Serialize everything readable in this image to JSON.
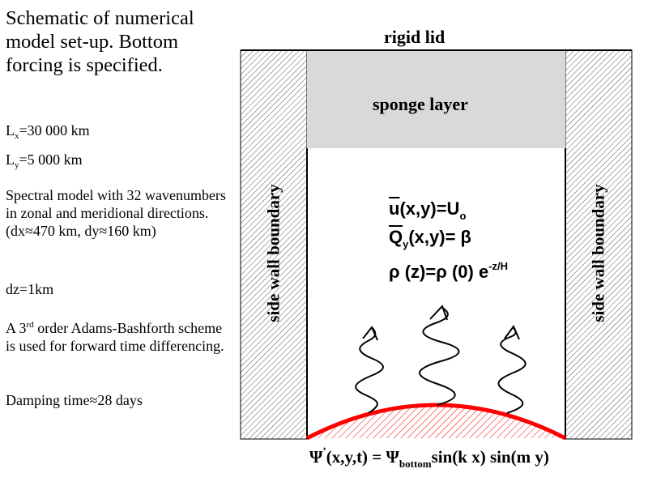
{
  "title": "Schematic of numerical model set-up.  Bottom forcing is specified.",
  "params": {
    "lx_prefix": "L",
    "lx_sub": "x",
    "lx_value": "=30 000 km",
    "ly_prefix": "L",
    "ly_sub": "y",
    "ly_value": "=5 000 km",
    "spectral": "Spectral model with 32 wavenumbers in zonal and meridional directions. (dx≈470 km, dy≈160 km)",
    "dz": "dz=1km",
    "scheme_a": "A 3",
    "scheme_sup": "rd",
    "scheme_b": " order Adams-Bashforth scheme is used for forward time differencing.",
    "damping": "Damping time≈28 days"
  },
  "diagram": {
    "rigid_lid": "rigid lid",
    "sponge_layer": "sponge layer",
    "side_wall_left": "side  wall  boundary",
    "side_wall_right": "side wall boundary",
    "eq1_u": "u",
    "eq1_rest": "(x,y)=U",
    "eq1_sub": "o",
    "eq2_q": "Q",
    "eq2_sub": "y",
    "eq2_rest": "(x,y)= β",
    "eq3_main": "ρ (z)=ρ (0) e",
    "eq3_sup": "-z/H",
    "bottom_eq_a": "Ψ",
    "bottom_eq_prime": "’",
    "bottom_eq_b": "(x,y,t) = Ψ",
    "bottom_eq_sub": "bottom",
    "bottom_eq_c": "sin(k x) sin(m y)"
  },
  "colors": {
    "sponge": "#d9d9d9",
    "forcing": "#ff0000",
    "hatch": "#555555"
  }
}
